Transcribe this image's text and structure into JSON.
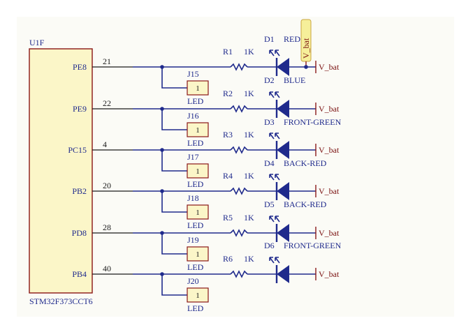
{
  "component": {
    "designator": "U1F",
    "part_number": "STM32F373CCT6"
  },
  "rows": [
    {
      "pin_name": "PE8",
      "pin_number": "21",
      "resistor": "R1",
      "resistor_value": "1K",
      "led_ref": "D1",
      "led_color": "RED",
      "jumper": "J15",
      "jumper_pin": "1",
      "jumper_label": "LED",
      "supply": "V_bat"
    },
    {
      "pin_name": "PE9",
      "pin_number": "22",
      "resistor": "R2",
      "resistor_value": "1K",
      "led_ref": "D2",
      "led_color": "BLUE",
      "jumper": "J16",
      "jumper_pin": "1",
      "jumper_label": "LED",
      "supply": "V_bat"
    },
    {
      "pin_name": "PC15",
      "pin_number": "4",
      "resistor": "R3",
      "resistor_value": "1K",
      "led_ref": "D3",
      "led_color": "FRONT-GREEN",
      "jumper": "J17",
      "jumper_pin": "1",
      "jumper_label": "LED",
      "supply": "V_bat"
    },
    {
      "pin_name": "PB2",
      "pin_number": "20",
      "resistor": "R4",
      "resistor_value": "1K",
      "led_ref": "D4",
      "led_color": "BACK-RED",
      "jumper": "J18",
      "jumper_pin": "1",
      "jumper_label": "LED",
      "supply": "V_bat"
    },
    {
      "pin_name": "PD8",
      "pin_number": "28",
      "resistor": "R5",
      "resistor_value": "1K",
      "led_ref": "D5",
      "led_color": "BACK-RED",
      "jumper": "J19",
      "jumper_pin": "1",
      "jumper_label": "LED",
      "supply": "V_bat"
    },
    {
      "pin_name": "PB4",
      "pin_number": "40",
      "resistor": "R6",
      "resistor_value": "1K",
      "led_ref": "D6",
      "led_color": "FRONT-GREEN",
      "jumper": "J20",
      "jumper_pin": "1",
      "jumper_label": "LED",
      "supply": "V_bat"
    }
  ],
  "supply_flag": "V_bat",
  "colors": {
    "ic_fill": "#fbf6c8",
    "ic_stroke": "#8a1616",
    "wire": "#1f2a8c",
    "label_text": "#1f2a8c",
    "supply_text": "#7a1010",
    "sheet_background": "#fbfbf6"
  }
}
